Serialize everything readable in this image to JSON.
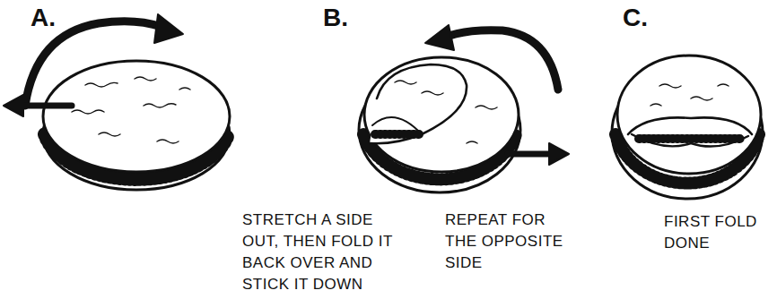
{
  "diagram": {
    "labels": [
      "A.",
      "STRETCH A SIDE OUT, THEN FOLD IT BACK OVER AND STICK IT DOWN",
      "B.",
      "REPEAT FOR THE OPPOSITE SIDE",
      "C.",
      "FIRST FOLD DONE"
    ]
  }
}
